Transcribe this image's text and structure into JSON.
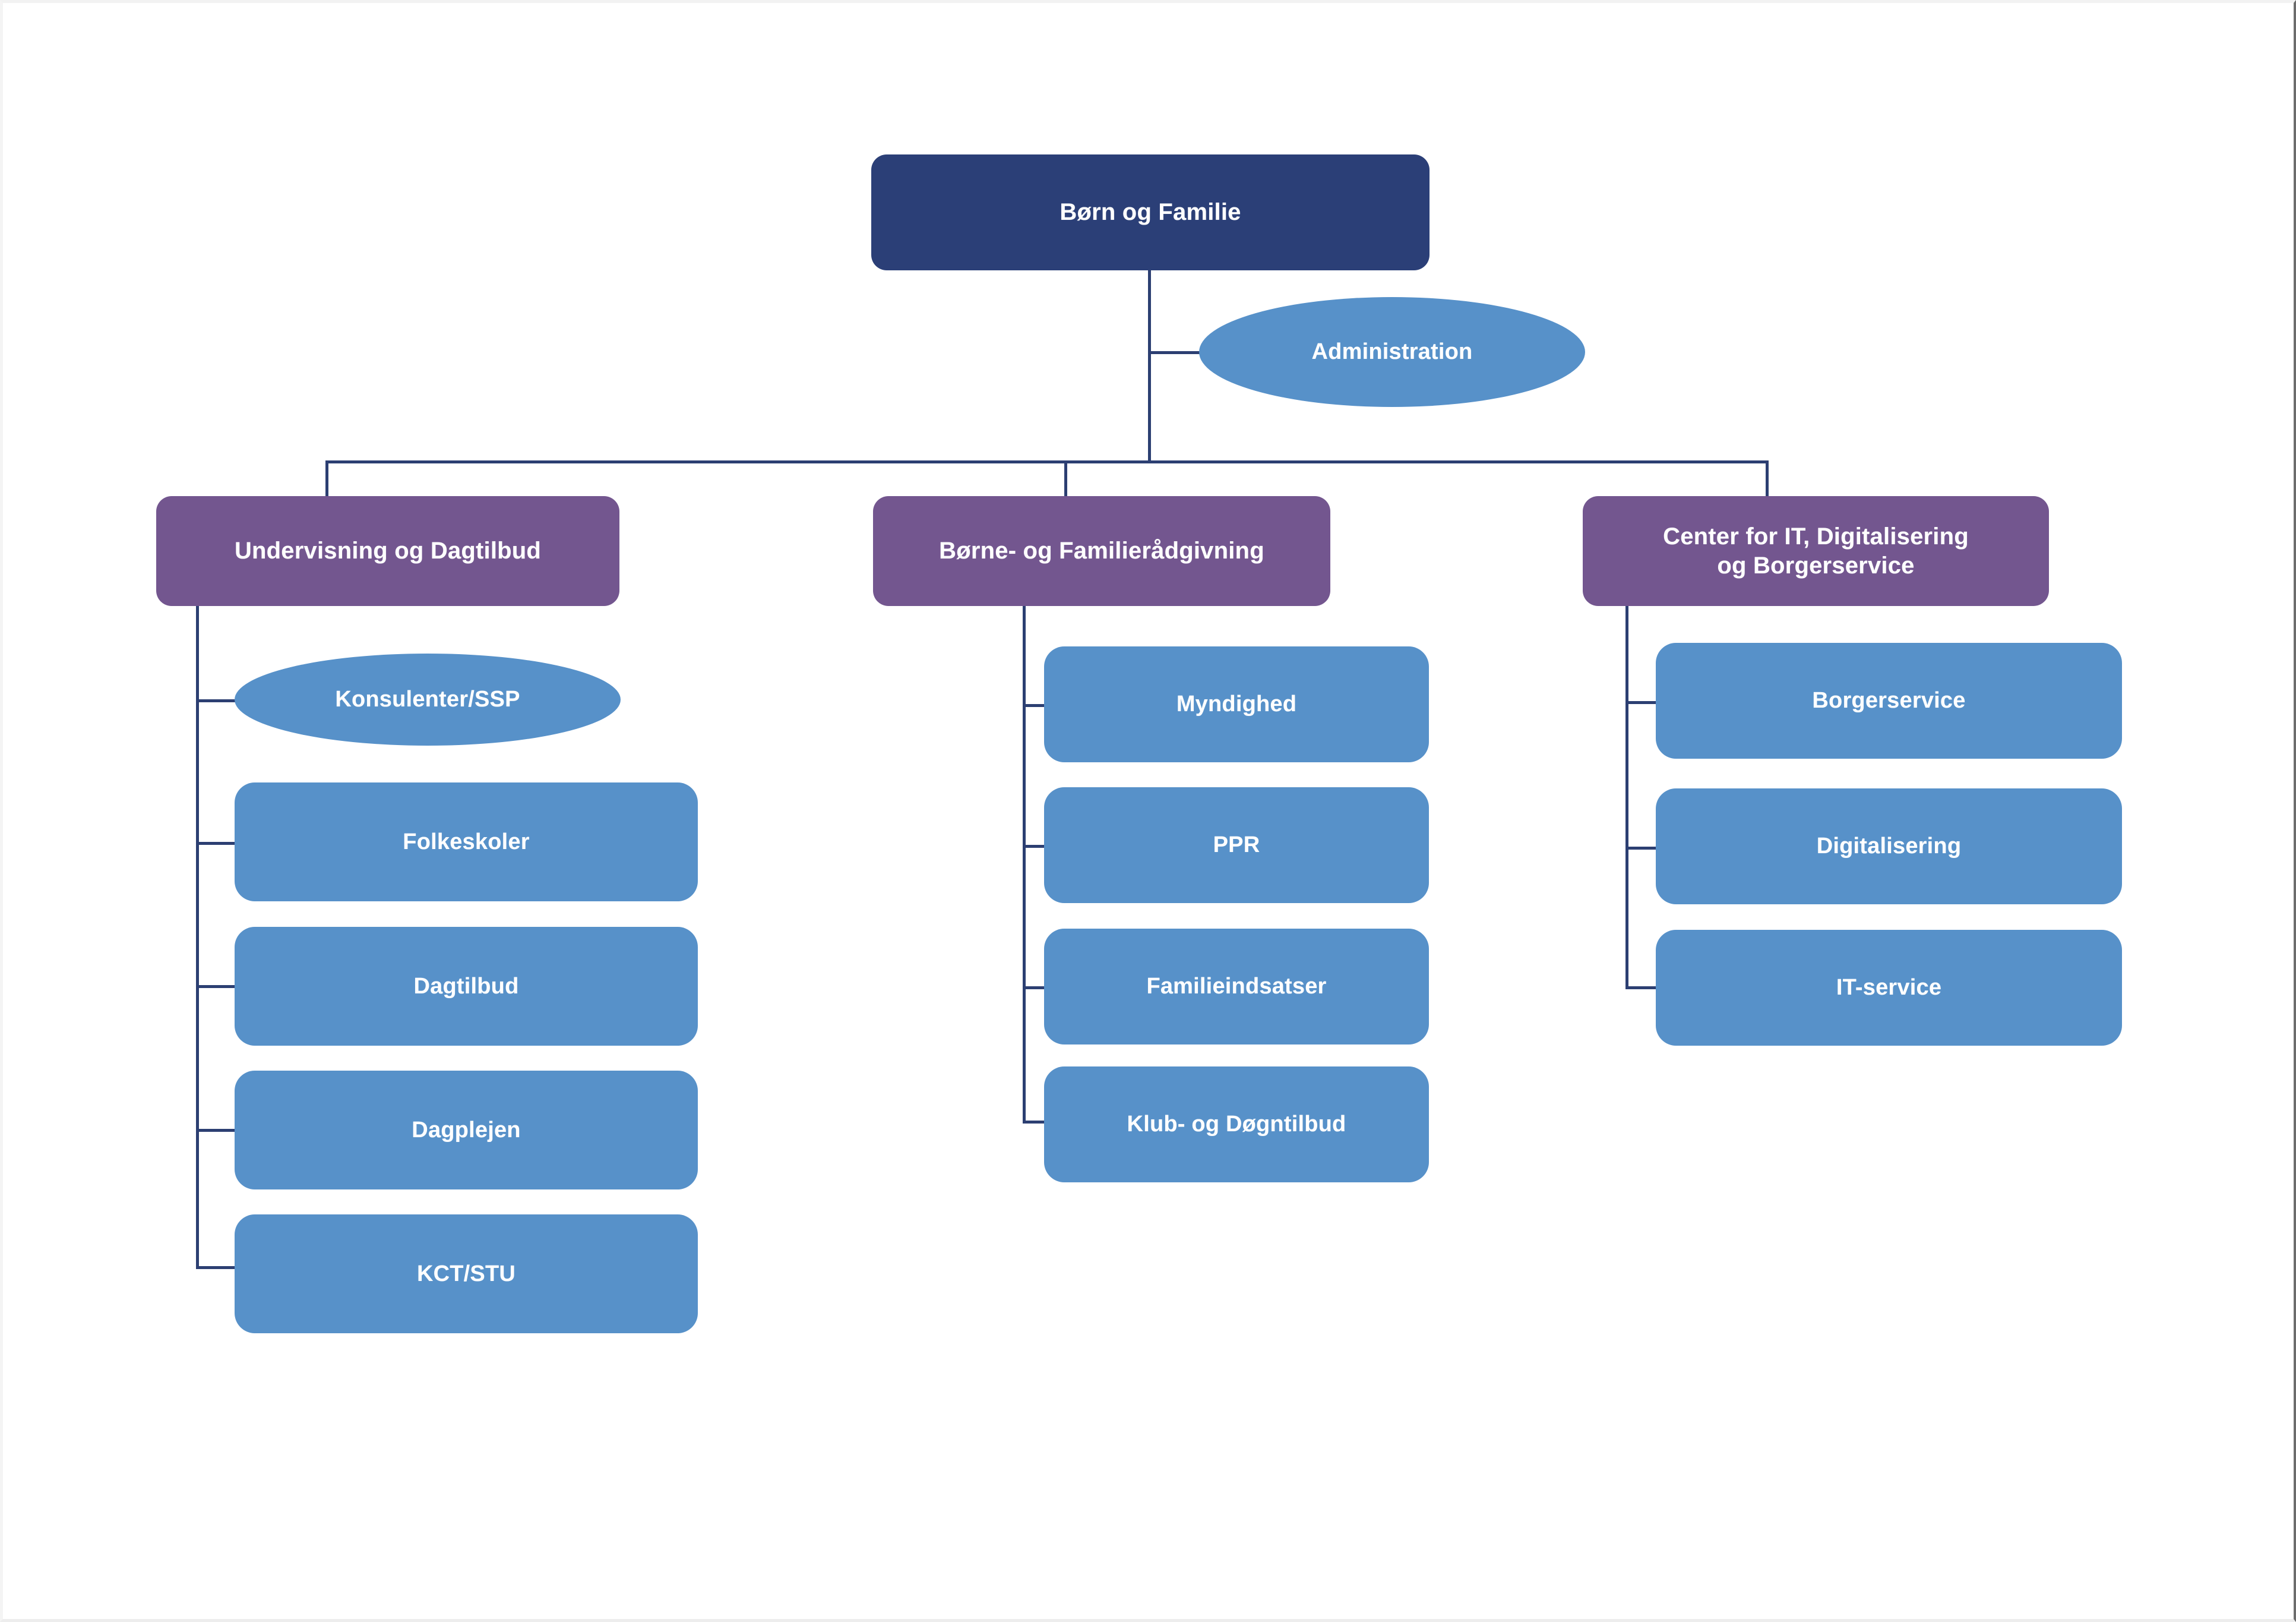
{
  "chart_data": {
    "type": "diagram",
    "diagram_kind": "organizational-chart",
    "title": "Børn og Familie",
    "language": "da",
    "colors": {
      "root_fill": "#2b3f77",
      "department_fill": "#73568f",
      "unit_fill": "#5791c9",
      "connector": "#2c3f72",
      "text": "#ffffff",
      "background": "#ffffff"
    },
    "nodes": [
      {
        "id": "root",
        "label": "Børn og Familie",
        "shape": "rounded-rect",
        "level": 0,
        "fill": "#2b3f77"
      },
      {
        "id": "administration",
        "label": "Administration",
        "shape": "ellipse",
        "level": 1,
        "fill": "#5791c9",
        "relation": "staff"
      },
      {
        "id": "undervisning",
        "label": "Undervisning og Dagtilbud",
        "shape": "rounded-rect",
        "level": 1,
        "fill": "#73568f"
      },
      {
        "id": "boerne",
        "label": "Børne- og Familierådgivning",
        "shape": "rounded-rect",
        "level": 1,
        "fill": "#73568f"
      },
      {
        "id": "center-it",
        "label": "Center for IT, Digitalisering og Borgerservice",
        "label_line1": "Center for IT, Digitalisering",
        "label_line2": "og Borgerservice",
        "shape": "rounded-rect",
        "level": 1,
        "fill": "#73568f"
      },
      {
        "id": "konsulenter",
        "label": "Konsulenter/SSP",
        "shape": "ellipse",
        "level": 2,
        "parent": "undervisning",
        "fill": "#5791c9"
      },
      {
        "id": "folkeskoler",
        "label": "Folkeskoler",
        "shape": "rounded-rect",
        "level": 2,
        "parent": "undervisning",
        "fill": "#5791c9"
      },
      {
        "id": "dagtilbud",
        "label": "Dagtilbud",
        "shape": "rounded-rect",
        "level": 2,
        "parent": "undervisning",
        "fill": "#5791c9"
      },
      {
        "id": "dagplejen",
        "label": "Dagplejen",
        "shape": "rounded-rect",
        "level": 2,
        "parent": "undervisning",
        "fill": "#5791c9"
      },
      {
        "id": "kct-stu",
        "label": "KCT/STU",
        "shape": "rounded-rect",
        "level": 2,
        "parent": "undervisning",
        "fill": "#5791c9"
      },
      {
        "id": "myndighed",
        "label": "Myndighed",
        "shape": "rounded-rect",
        "level": 2,
        "parent": "boerne",
        "fill": "#5791c9"
      },
      {
        "id": "ppr",
        "label": "PPR",
        "shape": "rounded-rect",
        "level": 2,
        "parent": "boerne",
        "fill": "#5791c9"
      },
      {
        "id": "familieindsatser",
        "label": "Familieindsatser",
        "shape": "rounded-rect",
        "level": 2,
        "parent": "boerne",
        "fill": "#5791c9"
      },
      {
        "id": "klub-doegn",
        "label": "Klub- og Døgntilbud",
        "shape": "rounded-rect",
        "level": 2,
        "parent": "boerne",
        "fill": "#5791c9"
      },
      {
        "id": "borgerservice",
        "label": "Borgerservice",
        "shape": "rounded-rect",
        "level": 2,
        "parent": "center-it",
        "fill": "#5791c9"
      },
      {
        "id": "digitalisering",
        "label": "Digitalisering",
        "shape": "rounded-rect",
        "level": 2,
        "parent": "center-it",
        "fill": "#5791c9"
      },
      {
        "id": "it-service",
        "label": "IT-service",
        "shape": "rounded-rect",
        "level": 2,
        "parent": "center-it",
        "fill": "#5791c9"
      }
    ],
    "edges": [
      {
        "from": "root",
        "to": "administration"
      },
      {
        "from": "root",
        "to": "undervisning"
      },
      {
        "from": "root",
        "to": "boerne"
      },
      {
        "from": "root",
        "to": "center-it"
      },
      {
        "from": "undervisning",
        "to": "konsulenter"
      },
      {
        "from": "undervisning",
        "to": "folkeskoler"
      },
      {
        "from": "undervisning",
        "to": "dagtilbud"
      },
      {
        "from": "undervisning",
        "to": "dagplejen"
      },
      {
        "from": "undervisning",
        "to": "kct-stu"
      },
      {
        "from": "boerne",
        "to": "myndighed"
      },
      {
        "from": "boerne",
        "to": "ppr"
      },
      {
        "from": "boerne",
        "to": "familieindsatser"
      },
      {
        "from": "boerne",
        "to": "klub-doegn"
      },
      {
        "from": "center-it",
        "to": "borgerservice"
      },
      {
        "from": "center-it",
        "to": "digitalisering"
      },
      {
        "from": "center-it",
        "to": "it-service"
      }
    ]
  },
  "root": {
    "label": "Børn og Familie"
  },
  "administration": {
    "label": "Administration"
  },
  "departments": {
    "undervisning": {
      "label": "Undervisning og Dagtilbud"
    },
    "boerne": {
      "label": "Børne- og Familierådgivning"
    },
    "center_it": {
      "line1": "Center for IT, Digitalisering",
      "line2": "og Borgerservice"
    }
  },
  "column_left": {
    "items": [
      {
        "label": "Konsulenter/SSP"
      },
      {
        "label": "Folkeskoler"
      },
      {
        "label": "Dagtilbud"
      },
      {
        "label": "Dagplejen"
      },
      {
        "label": "KCT/STU"
      }
    ]
  },
  "column_middle": {
    "items": [
      {
        "label": "Myndighed"
      },
      {
        "label": "PPR"
      },
      {
        "label": "Familieindsatser"
      },
      {
        "label": "Klub- og Døgntilbud"
      }
    ]
  },
  "column_right": {
    "items": [
      {
        "label": "Borgerservice"
      },
      {
        "label": "Digitalisering"
      },
      {
        "label": "IT-service"
      }
    ]
  }
}
